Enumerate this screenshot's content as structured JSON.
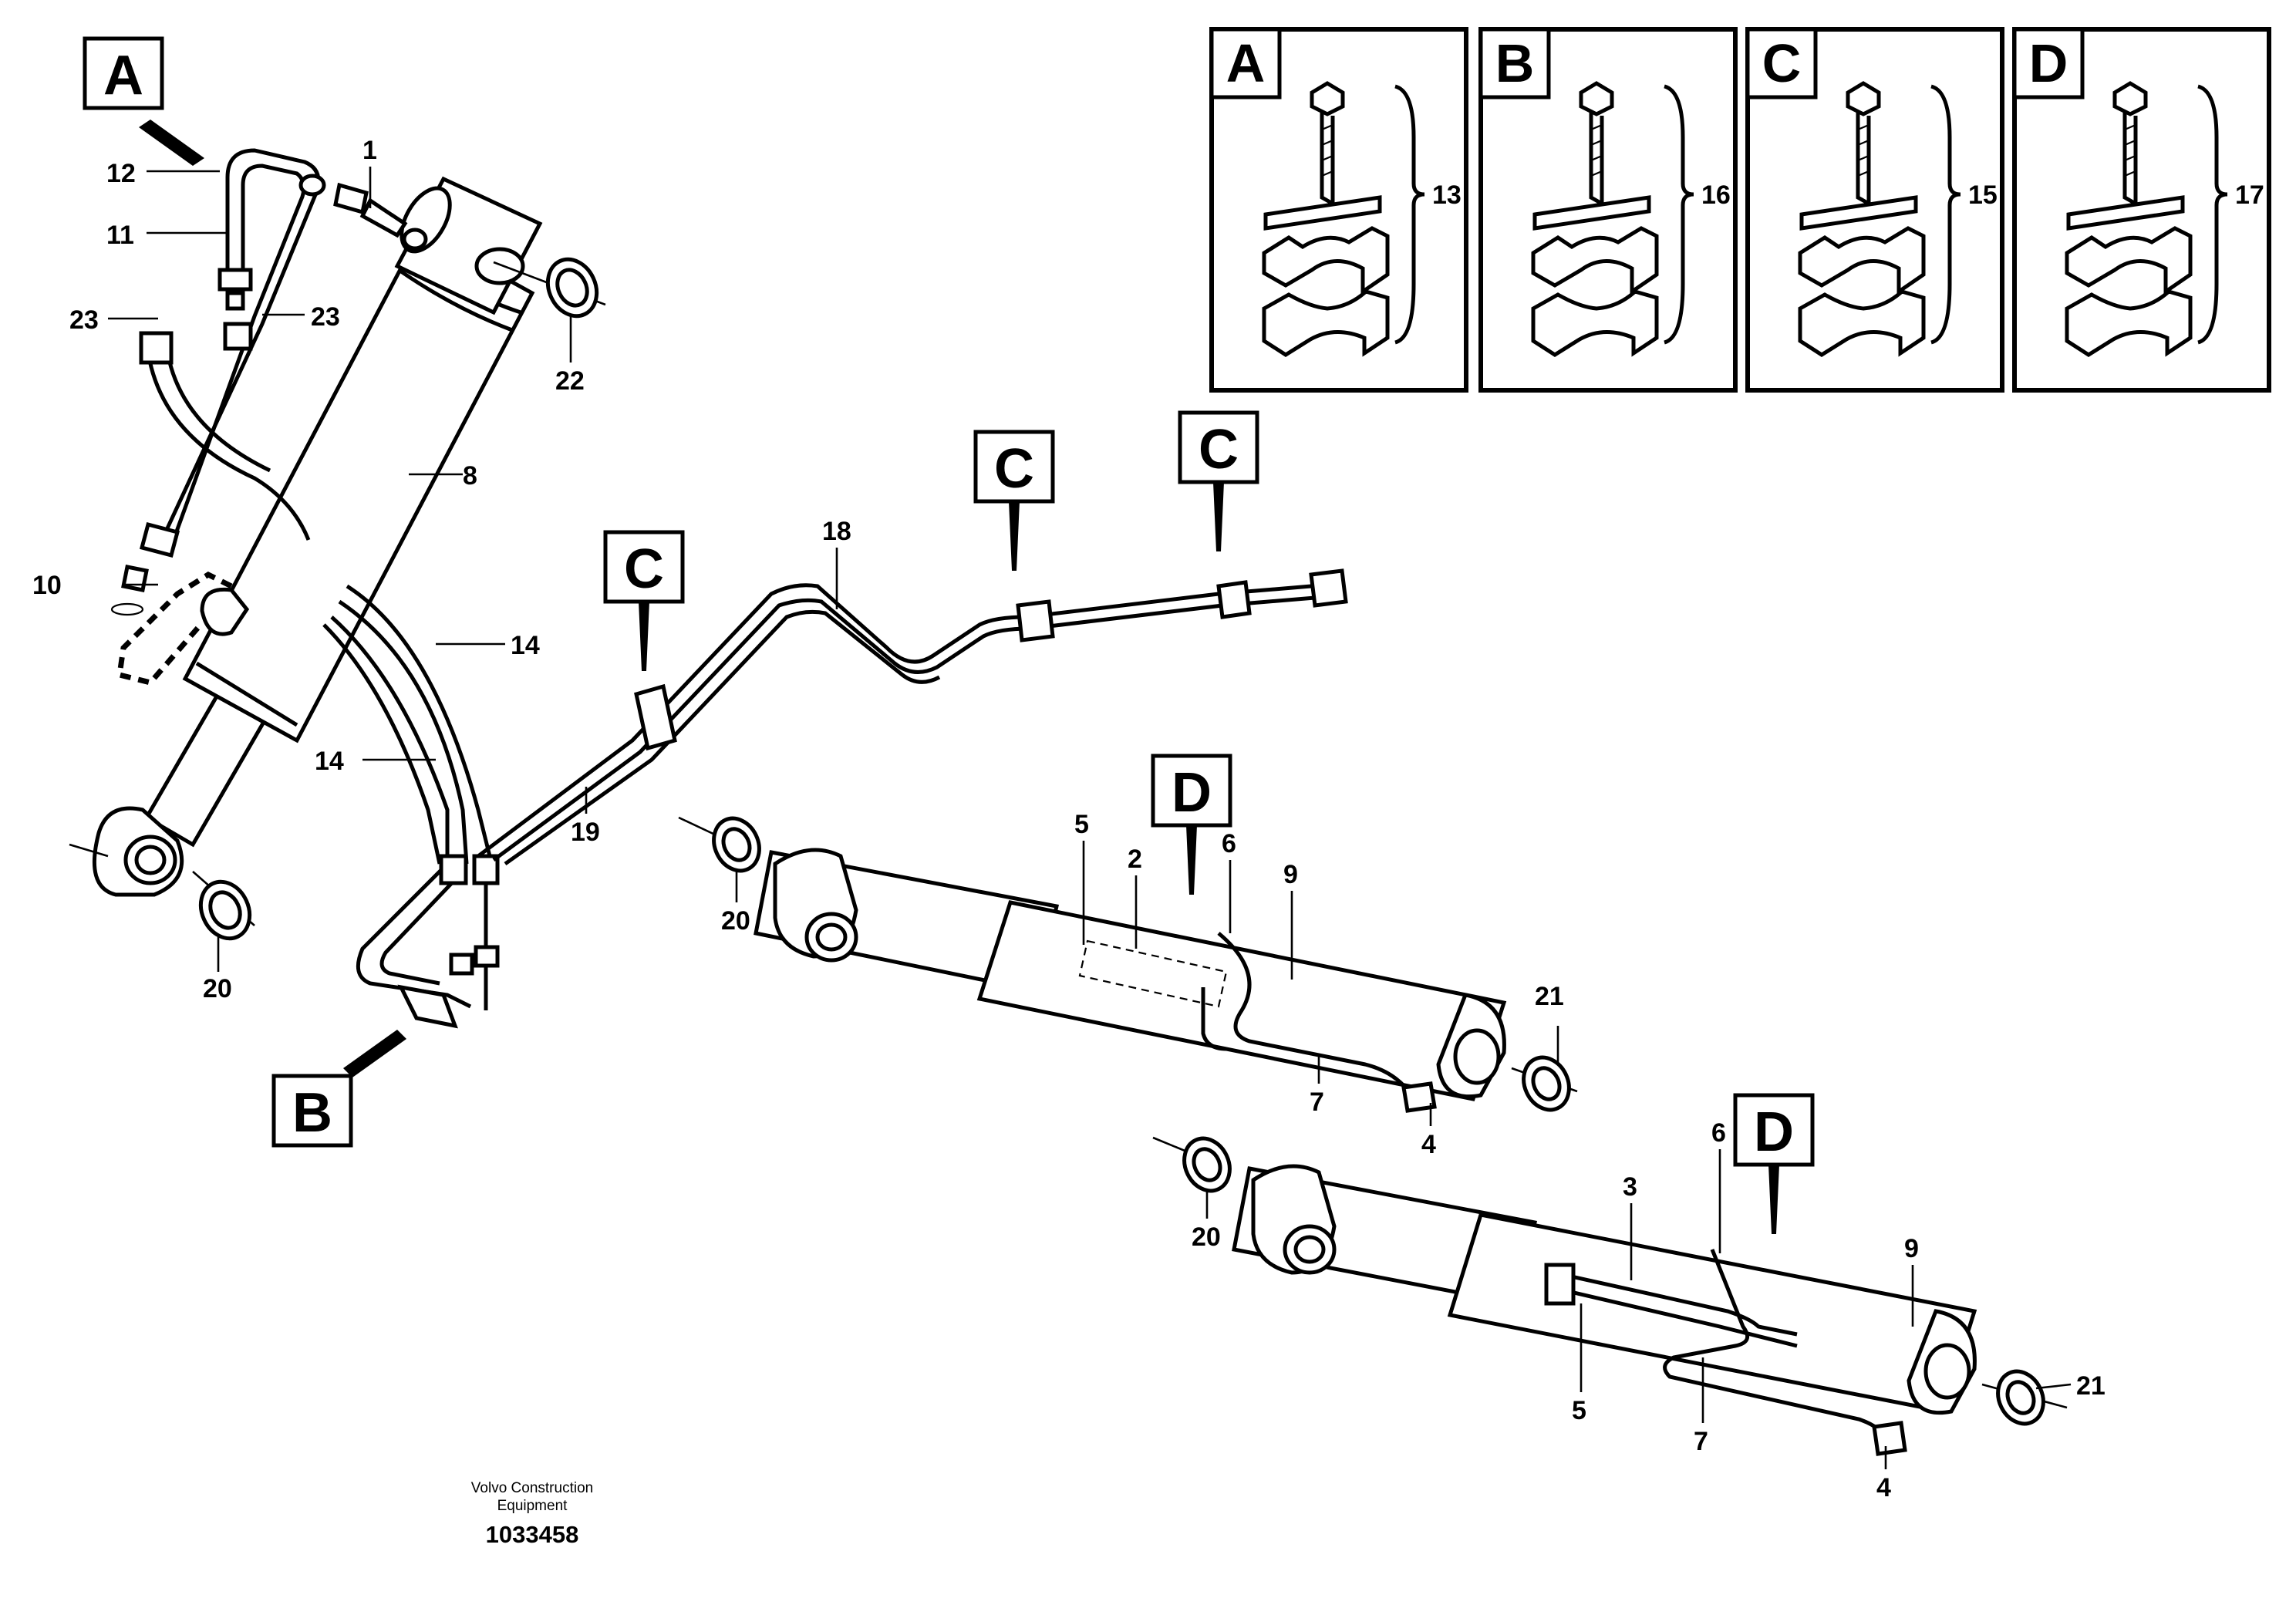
{
  "callouts": {
    "n1": "1",
    "n2": "2",
    "n3": "3",
    "n4a": "4",
    "n4b": "4",
    "n5a": "5",
    "n5b": "5",
    "n6a": "6",
    "n6b": "6",
    "n7a": "7",
    "n7b": "7",
    "n8": "8",
    "n9a": "9",
    "n9b": "9",
    "n10": "10",
    "n11": "11",
    "n12": "12",
    "n14a": "14",
    "n14b": "14",
    "n18": "18",
    "n19": "19",
    "n20a": "20",
    "n20b": "20",
    "n20c": "20",
    "n21a": "21",
    "n21b": "21",
    "n22": "22",
    "n23a": "23",
    "n23b": "23"
  },
  "view_markers": {
    "a": "A",
    "b": "B",
    "c1": "C",
    "c2": "C",
    "c3": "C",
    "d1": "D",
    "d2": "D"
  },
  "insets": [
    {
      "letter": "A",
      "ref": "13"
    },
    {
      "letter": "B",
      "ref": "16"
    },
    {
      "letter": "C",
      "ref": "15"
    },
    {
      "letter": "D",
      "ref": "17"
    }
  ],
  "footer": {
    "line1": "Volvo Construction",
    "line2": "Equipment",
    "ref_number": "1033458"
  }
}
